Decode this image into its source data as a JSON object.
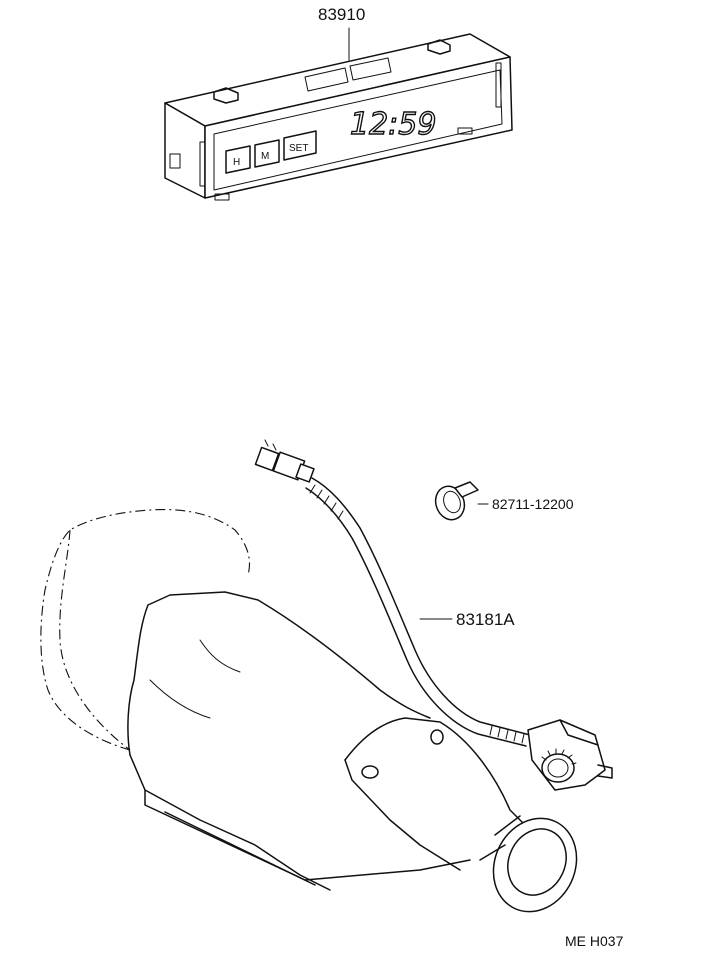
{
  "parts": {
    "clock_unit": {
      "part_number": "83910"
    },
    "clamp": {
      "part_number": "82711-12200"
    },
    "speed_sensor_harness": {
      "part_number": "83181A"
    }
  },
  "clock_display": {
    "time": "12:59",
    "buttons": [
      "H",
      "M",
      "SET"
    ]
  },
  "footer": {
    "code": "ME H037"
  }
}
